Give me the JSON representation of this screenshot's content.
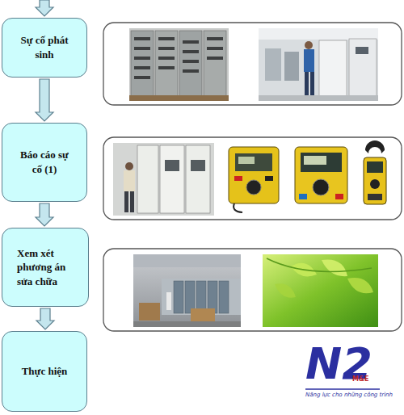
{
  "diagram": {
    "nodes": [
      {
        "text": [
          "Sự cố phát sinh"
        ]
      },
      {
        "text": [
          "Báo cáo sự cố (1)"
        ]
      },
      {
        "text": [
          "Xem xét phương án sửa chữa"
        ]
      },
      {
        "text": [
          "Thực hiện"
        ]
      }
    ],
    "edges": [
      {
        "from": 0,
        "to": 1,
        "arrow": "to"
      },
      {
        "from": 1,
        "to": 2,
        "arrow": "to"
      },
      {
        "from": 2,
        "to": 3,
        "arrow": "to"
      }
    ],
    "labels": [
      "N2",
      "M&E",
      "Năng lực cho những công trình"
    ]
  }
}
